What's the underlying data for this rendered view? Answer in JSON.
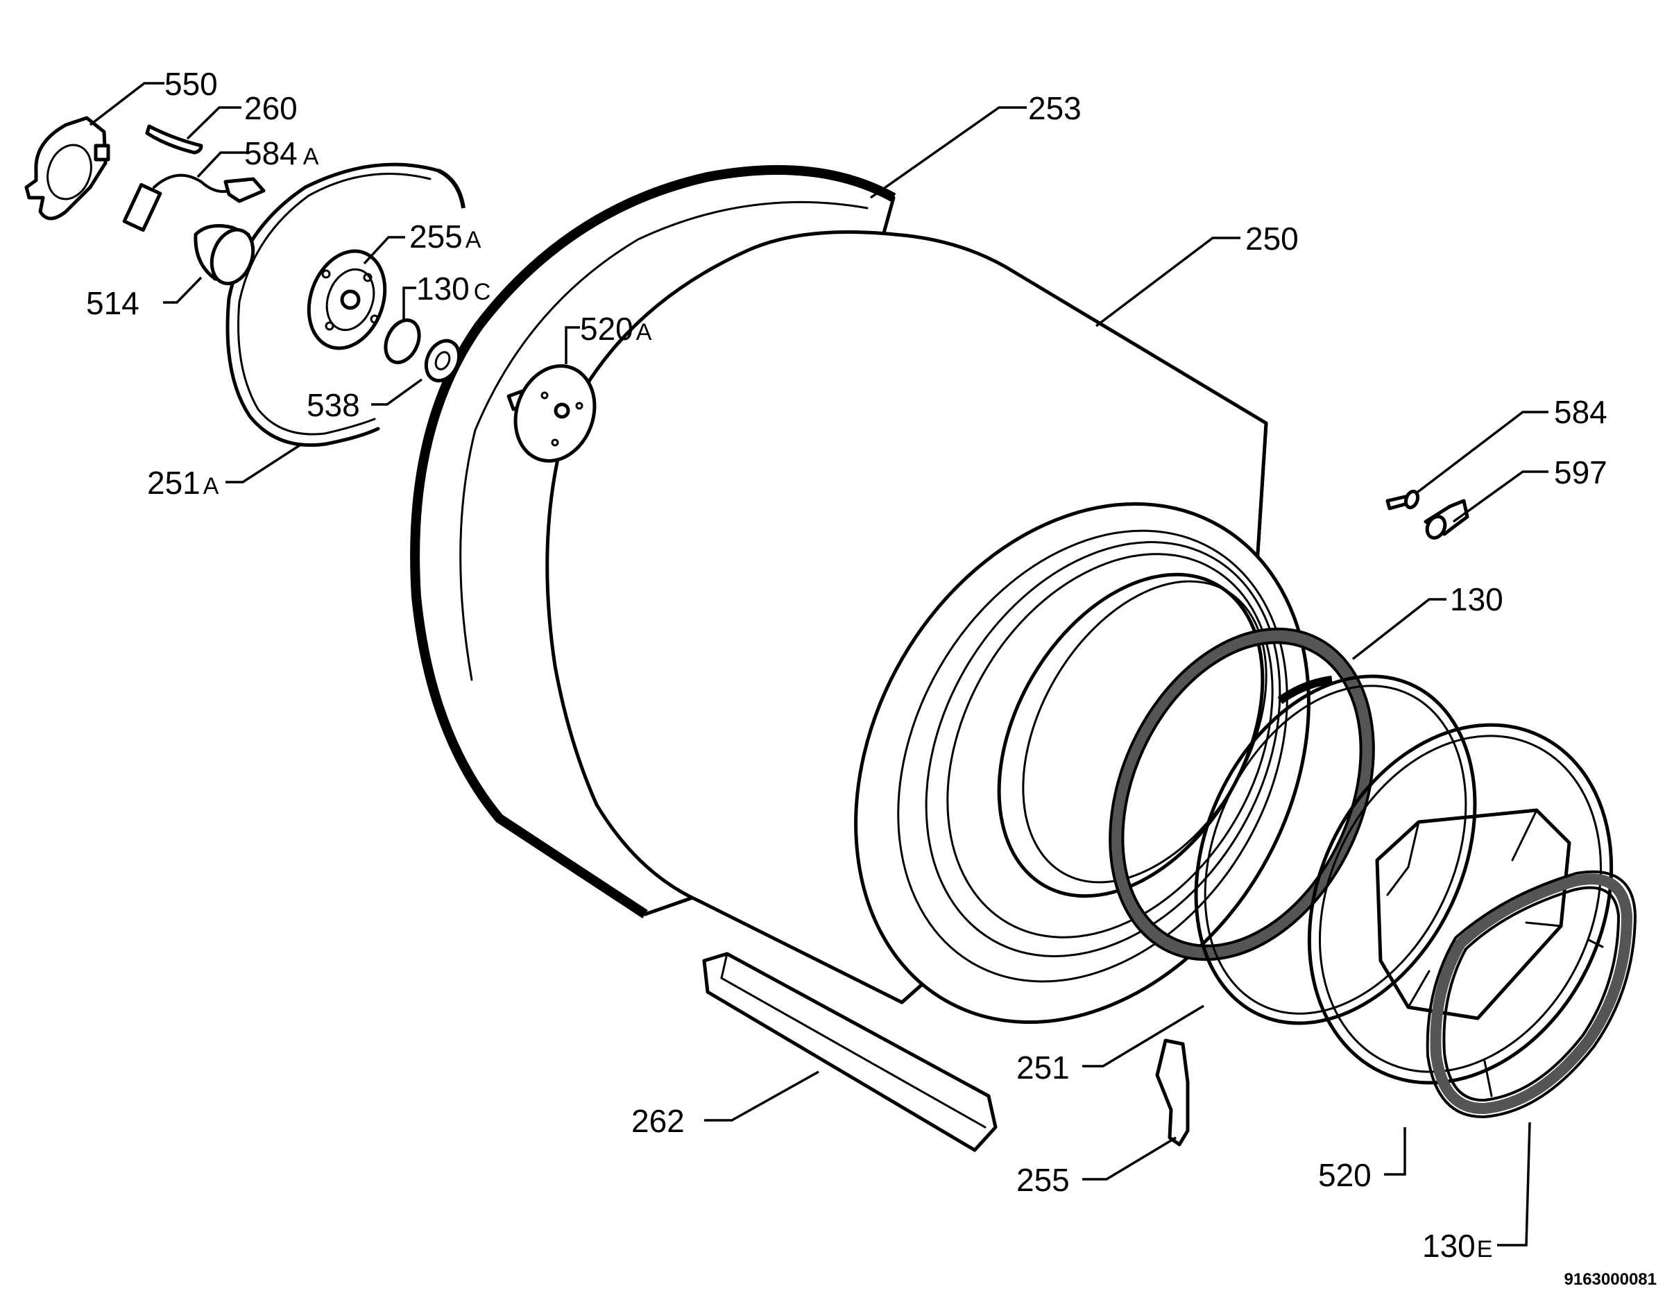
{
  "diagram": {
    "doc_code": "9163000081",
    "callouts": [
      {
        "id": "550",
        "num": "550",
        "suffix": ""
      },
      {
        "id": "260",
        "num": "260",
        "suffix": ""
      },
      {
        "id": "584A",
        "num": "584",
        "suffix": "A"
      },
      {
        "id": "253",
        "num": "253",
        "suffix": ""
      },
      {
        "id": "255A",
        "num": "255",
        "suffix": "A"
      },
      {
        "id": "250",
        "num": "250",
        "suffix": ""
      },
      {
        "id": "130C",
        "num": "130",
        "suffix": "C"
      },
      {
        "id": "514",
        "num": "514",
        "suffix": ""
      },
      {
        "id": "520A",
        "num": "520",
        "suffix": "A"
      },
      {
        "id": "538",
        "num": "538",
        "suffix": ""
      },
      {
        "id": "251A",
        "num": "251",
        "suffix": "A"
      },
      {
        "id": "584",
        "num": "584",
        "suffix": ""
      },
      {
        "id": "597",
        "num": "597",
        "suffix": ""
      },
      {
        "id": "130",
        "num": "130",
        "suffix": ""
      },
      {
        "id": "251",
        "num": "251",
        "suffix": ""
      },
      {
        "id": "262",
        "num": "262",
        "suffix": ""
      },
      {
        "id": "255",
        "num": "255",
        "suffix": ""
      },
      {
        "id": "520",
        "num": "520",
        "suffix": ""
      },
      {
        "id": "130E",
        "num": "130",
        "suffix": "E"
      }
    ]
  }
}
